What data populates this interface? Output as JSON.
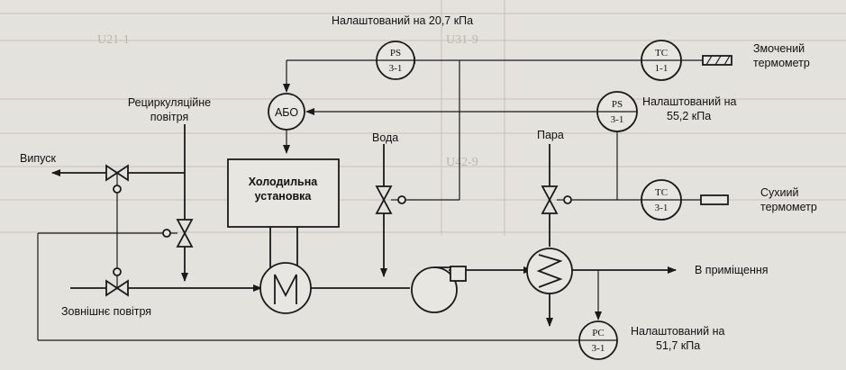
{
  "labels": {
    "setpoint_top": "Налаштований на 20,7 кПа",
    "wet_thermometer": [
      "Змочений",
      "термометр"
    ],
    "recirculation_air": [
      "Рециркуляційне",
      "повітря"
    ],
    "setpoint_mid": [
      "Налаштований на",
      "55,2 кПа"
    ],
    "water": "Вода",
    "steam": "Пара",
    "exhaust": "Випуск",
    "refrigeration_unit": [
      "Холодильна",
      "установка"
    ],
    "dry_thermometer": [
      "Сухиий",
      "термометр"
    ],
    "to_room": "В приміщення",
    "outside_air": "Зовнішнє повітря",
    "setpoint_bottom": [
      "Налаштований на",
      "51,7 кПа"
    ]
  },
  "instruments": {
    "ps_top": [
      "PS",
      "3-1"
    ],
    "tc_top": [
      "TC",
      "1-1"
    ],
    "ps_mid": [
      "PS",
      "3-1"
    ],
    "tc_dry": [
      "TC",
      "3-1"
    ],
    "pc_bottom": [
      "PC",
      "3-1"
    ],
    "or_logic": "АБО"
  },
  "background_text": [
    "U21-1",
    "U31-9",
    "U42-9"
  ]
}
